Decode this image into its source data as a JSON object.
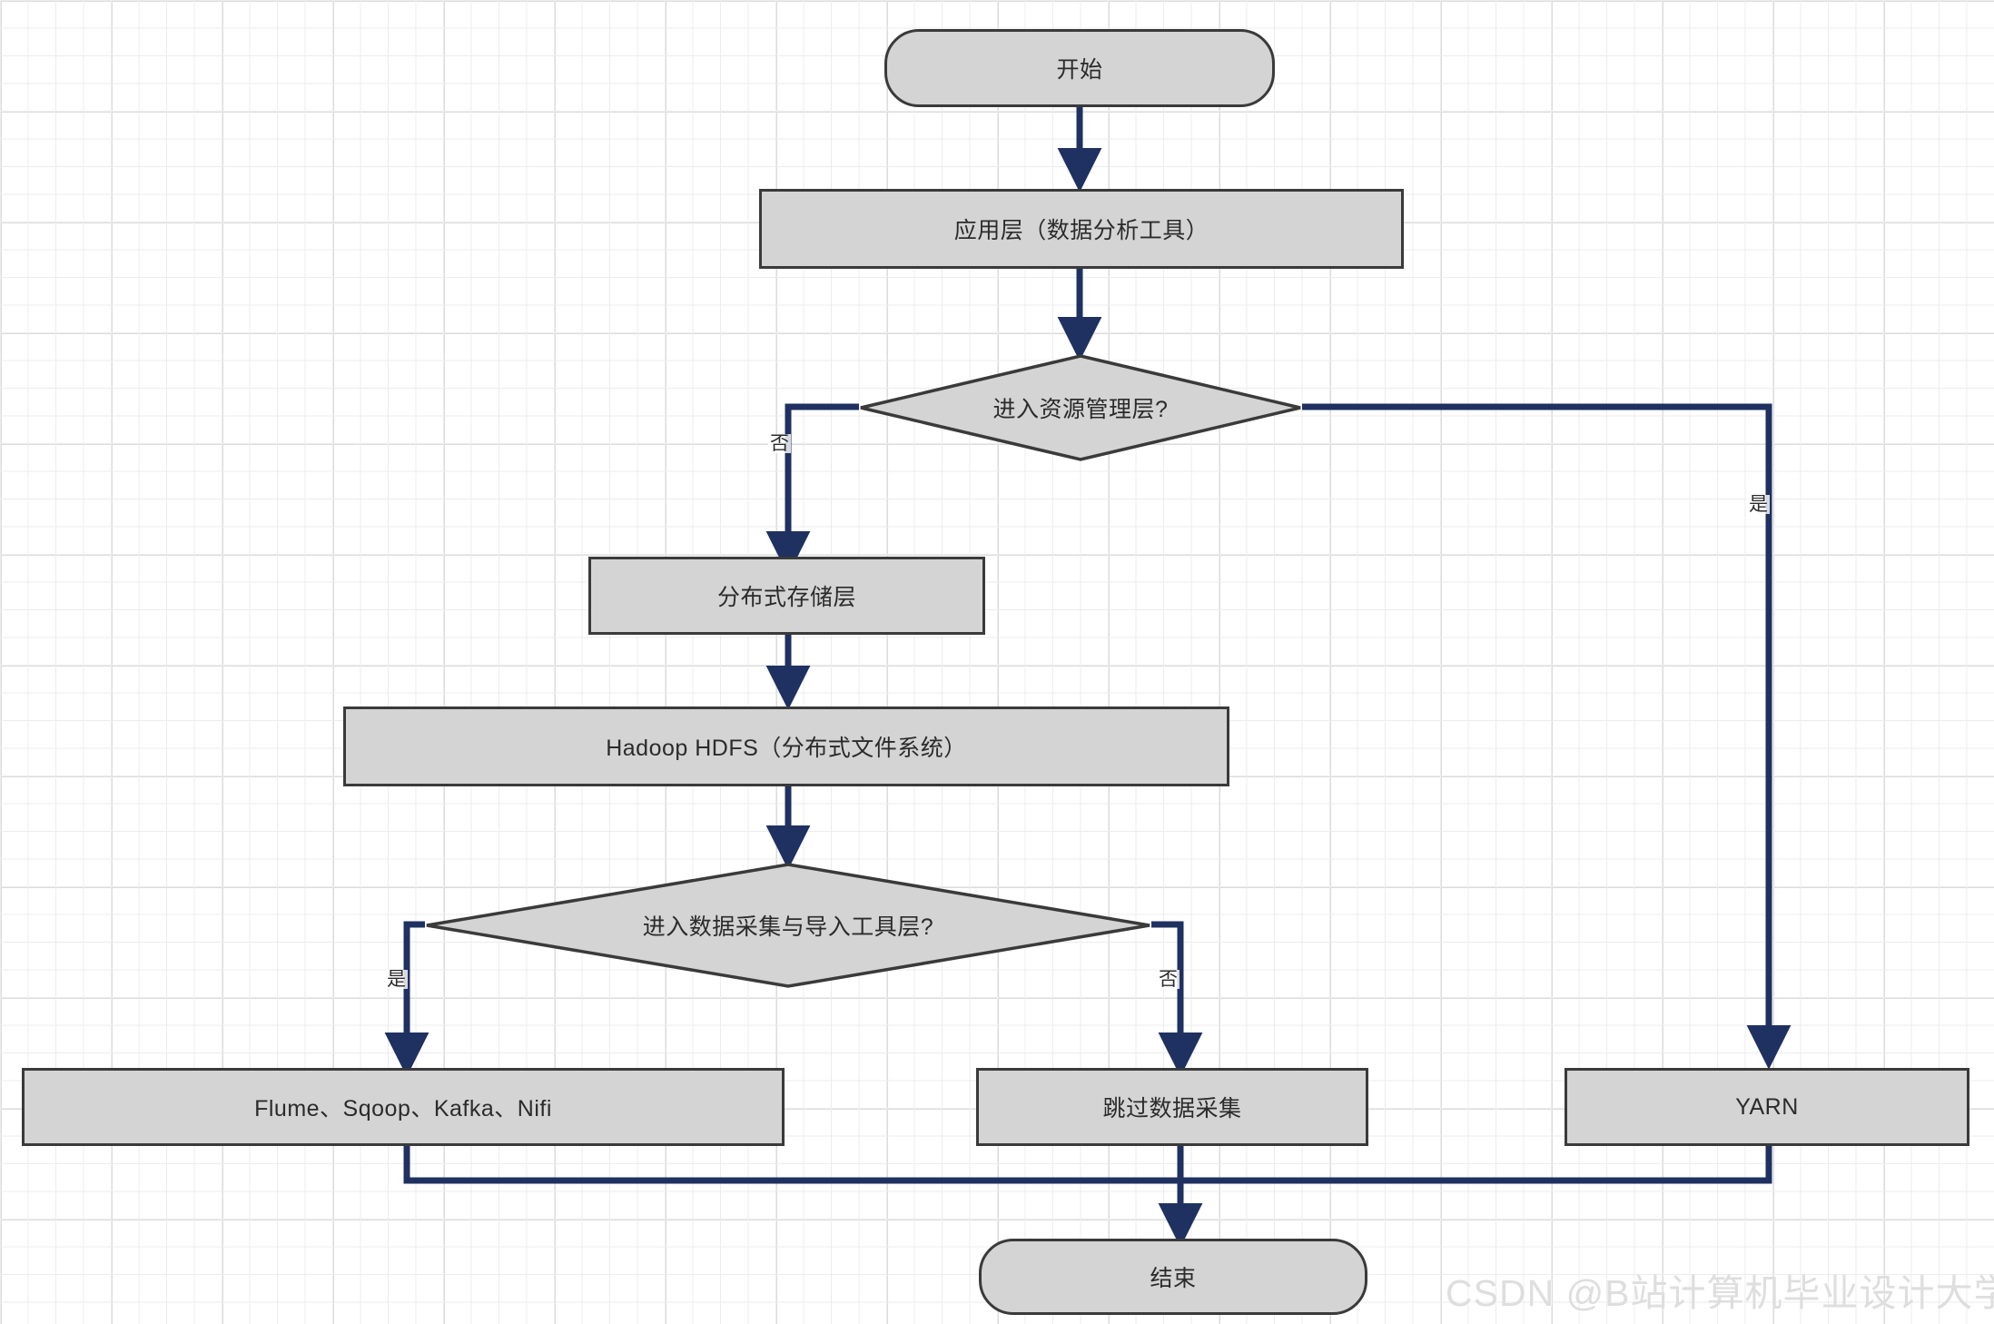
{
  "diagram": {
    "type": "flowchart",
    "title": "",
    "accent_color": "#1F3160",
    "node_fill": "#d4d4d4",
    "node_stroke": "#3a3a3a",
    "nodes": {
      "start": {
        "label": "开始",
        "shape": "terminator"
      },
      "app_layer": {
        "label": "应用层（数据分析工具）",
        "shape": "process"
      },
      "decision_resource": {
        "label": "进入资源管理层?",
        "shape": "decision"
      },
      "storage_layer": {
        "label": "分布式存储层",
        "shape": "process"
      },
      "hdfs": {
        "label": "Hadoop HDFS（分布式文件系统）",
        "shape": "process"
      },
      "decision_ingest": {
        "label": "进入数据采集与导入工具层?",
        "shape": "decision"
      },
      "ingest_tools": {
        "label": "Flume、Sqoop、Kafka、Nifi",
        "shape": "process"
      },
      "skip_ingest": {
        "label": "跳过数据采集",
        "shape": "process"
      },
      "yarn": {
        "label": "YARN",
        "shape": "process"
      },
      "end": {
        "label": "结束",
        "shape": "terminator"
      }
    },
    "edge_labels": {
      "resource_no": "否",
      "resource_yes": "是",
      "ingest_yes": "是",
      "ingest_no": "否"
    }
  },
  "watermark": {
    "text": "CSDN @B站计算机毕业设计大学"
  }
}
